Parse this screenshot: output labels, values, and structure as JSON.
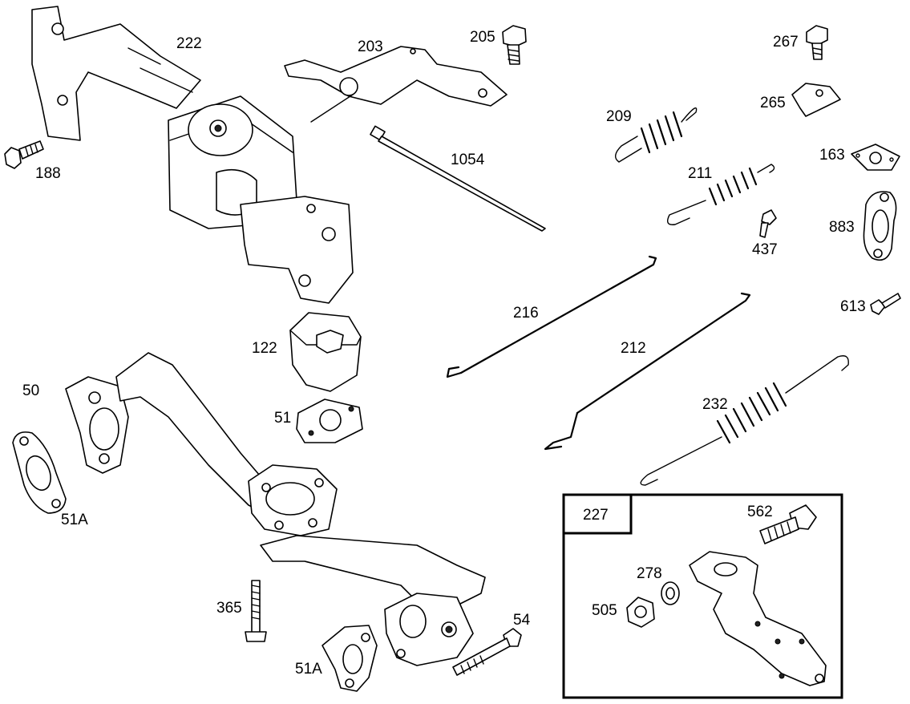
{
  "labels": {
    "p222": "222",
    "p203": "203",
    "p205": "205",
    "p267": "267",
    "p265": "265",
    "p209": "209",
    "p188": "188",
    "p1054": "1054",
    "p163": "163",
    "p211": "211",
    "p883": "883",
    "p437": "437",
    "p613": "613",
    "p216": "216",
    "p122": "122",
    "p212": "212",
    "p50": "50",
    "p51": "51",
    "p232": "232",
    "p51a_left": "51A",
    "p227": "227",
    "p562": "562",
    "p278": "278",
    "p505": "505",
    "p365": "365",
    "p54": "54",
    "p51a_bottom": "51A"
  },
  "colors": {
    "line": "#000000",
    "background": "#ffffff"
  }
}
